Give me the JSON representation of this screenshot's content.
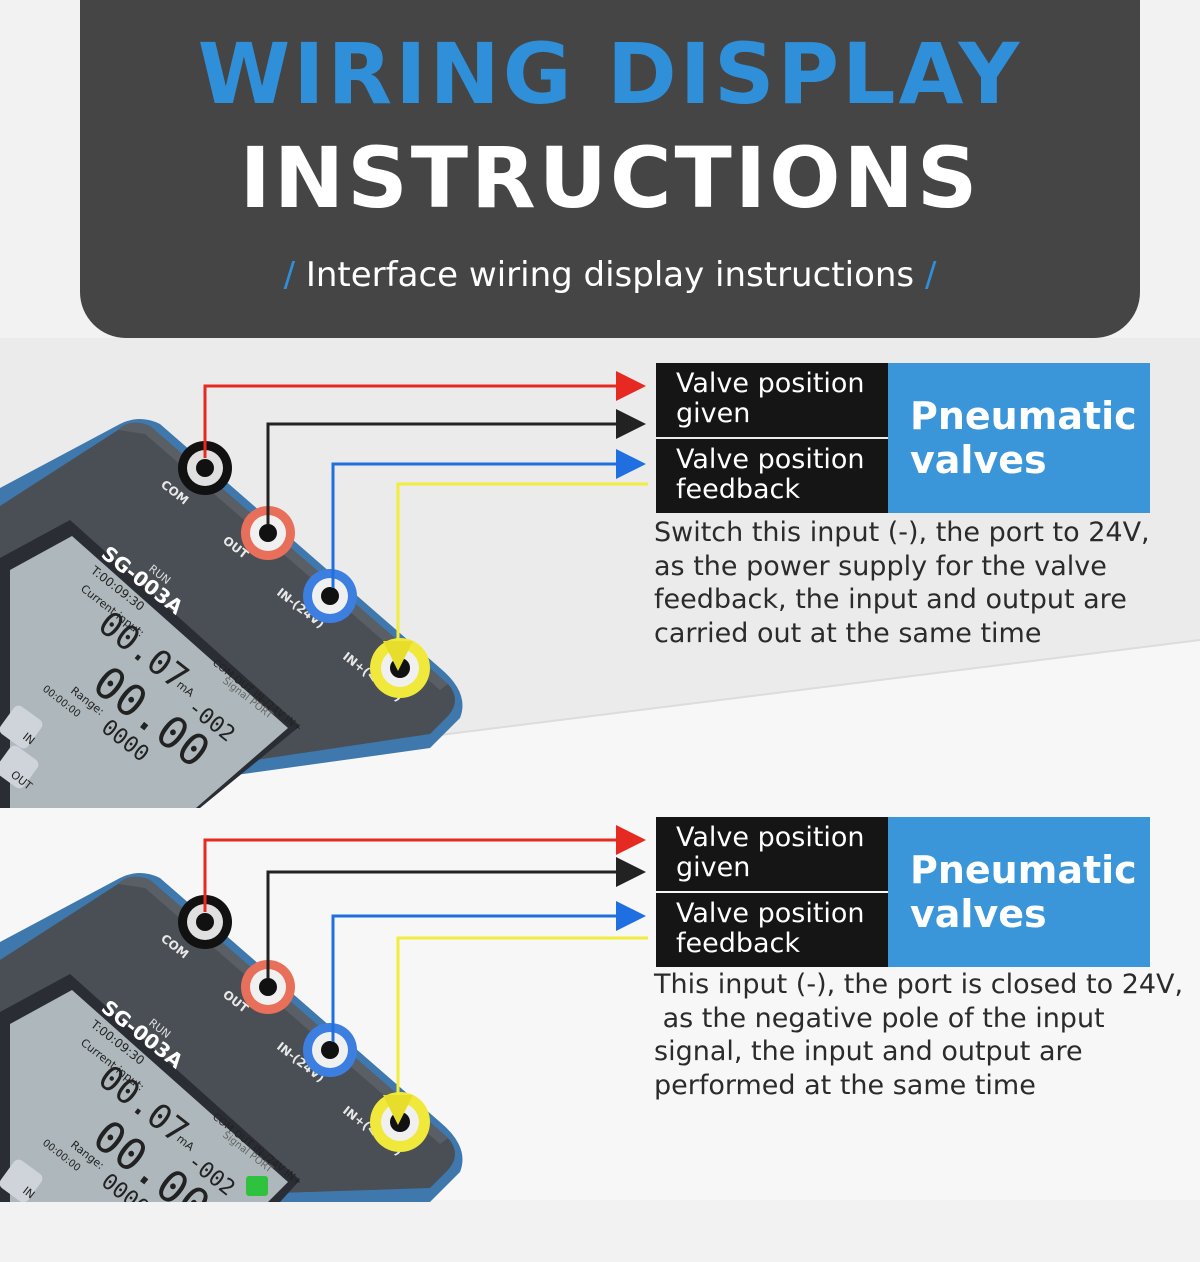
{
  "header": {
    "title_line1": "WIRING DISPLAY",
    "title_line2": "INSTRUCTIONS",
    "subtitle": "Interface wiring display instructions",
    "slash": "/"
  },
  "device": {
    "model": "SG-003A",
    "run_label": "RUN",
    "time": "T:00:09:30",
    "current_input_label": "Current input:",
    "reading_top": "00.07",
    "reading_mid": "00.00",
    "reading_bottom": "0000",
    "unit": "mA",
    "range_label": "Range:",
    "range_value": "-002",
    "clock": "00:00:00",
    "port_row": "COM OUT IN-/24V IN+",
    "signal_port": "Signal PORT",
    "btn_in": "IN",
    "btn_out": "OUT",
    "ports": {
      "com": "COM",
      "out": "OUT",
      "in_minus": "IN-(24V)",
      "in_plus": "IN+(<30V)"
    }
  },
  "colors": {
    "header_bg": "#454545",
    "accent_blue": "#2f8fd9",
    "wire_red": "#e62a22",
    "wire_black": "#222222",
    "wire_blue": "#1f6fe0",
    "wire_yellow": "#f2ec3a",
    "device_blue": "#3f78ad"
  },
  "panels": [
    {
      "given": "Valve position given",
      "feedback": "Valve position feedback",
      "valve": "Pneumatic valves",
      "description": [
        "Switch this input (-), the port to 24V,",
        "as the power supply for the valve",
        "feedback, the input and output are",
        "carried out at the same time"
      ]
    },
    {
      "given": "Valve position given",
      "feedback": "Valve position feedback",
      "valve": "Pneumatic valves",
      "description": [
        "This input (-), the port is closed to 24V,",
        " as the negative pole of the input",
        "signal, the input and output are",
        "performed at the same time"
      ]
    }
  ]
}
